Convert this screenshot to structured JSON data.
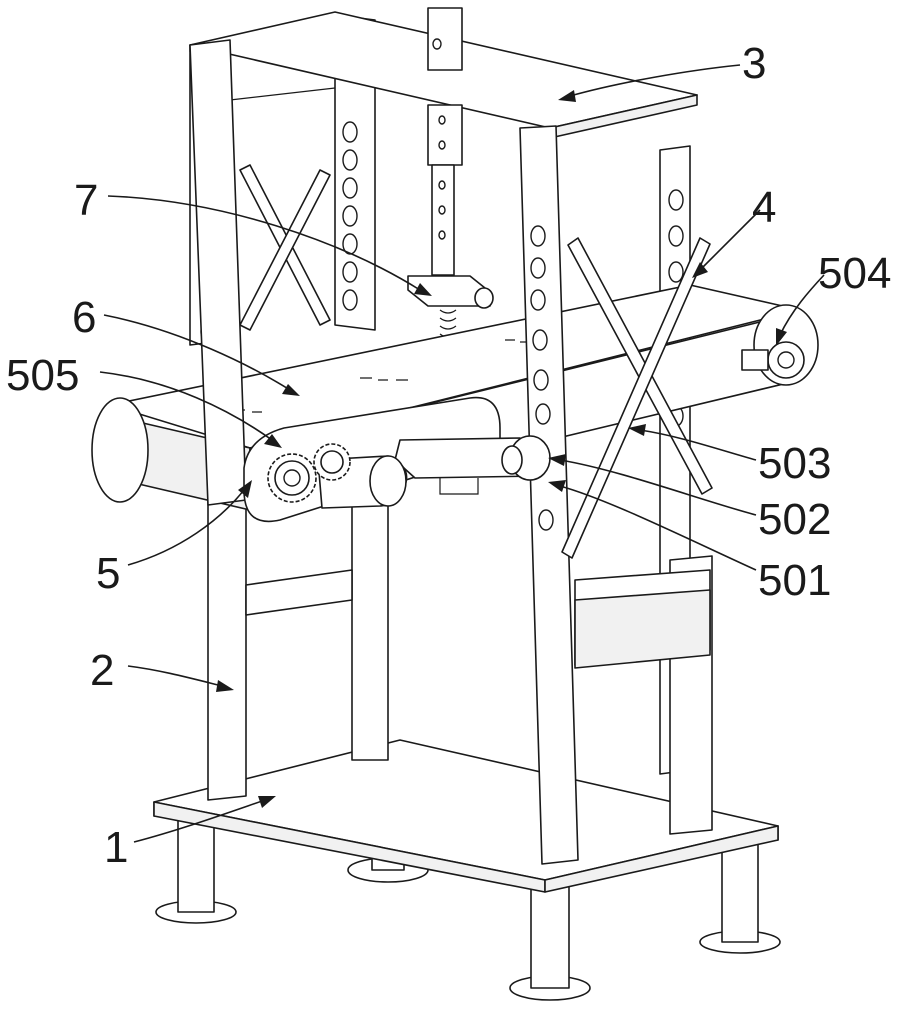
{
  "figure": {
    "callouts": [
      {
        "id": "c1",
        "text": "1"
      },
      {
        "id": "c2",
        "text": "2"
      },
      {
        "id": "c3",
        "text": "3"
      },
      {
        "id": "c4",
        "text": "4"
      },
      {
        "id": "c5",
        "text": "5"
      },
      {
        "id": "c6",
        "text": "6"
      },
      {
        "id": "c7",
        "text": "7"
      },
      {
        "id": "c501",
        "text": "501"
      },
      {
        "id": "c502",
        "text": "502"
      },
      {
        "id": "c503",
        "text": "503"
      },
      {
        "id": "c504",
        "text": "504"
      },
      {
        "id": "c505",
        "text": "505"
      }
    ],
    "colors": {
      "line": "#1a1a1a",
      "fill": "#ffffff",
      "shade": "#f1f1f1"
    }
  }
}
